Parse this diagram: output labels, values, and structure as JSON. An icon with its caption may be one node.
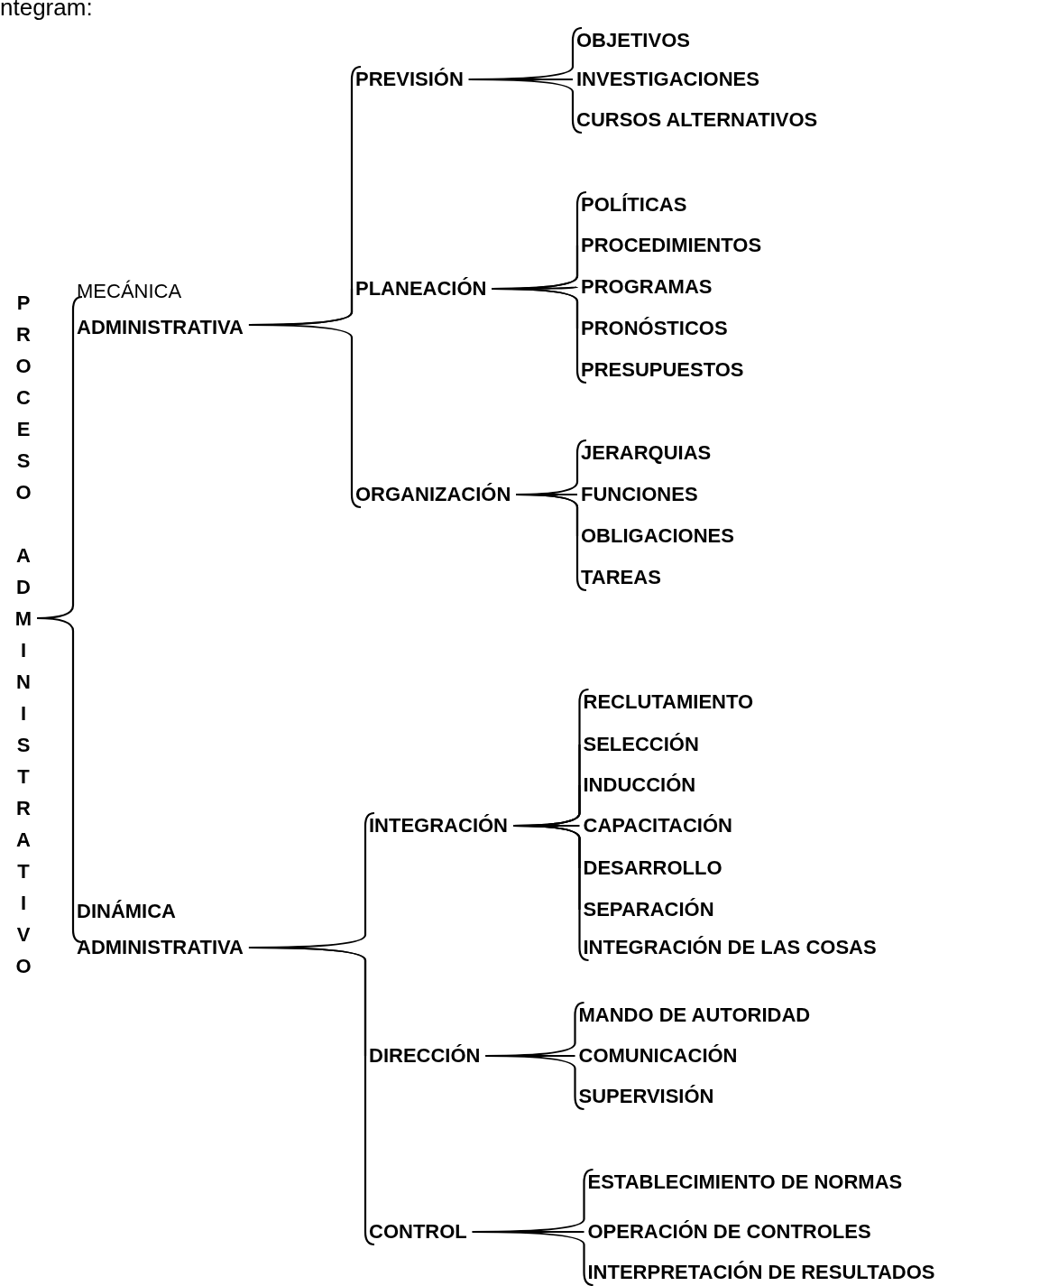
{
  "diagram": {
    "nodes": [
      {
        "text": [
          "PROCESO ADMINISTRATIVO"
        ]
      },
      {
        "text": [
          "MECÁNICA **ADMINISTRATIVA**"
        ]
      },
      {
        "text": [
          "DINÁMICA ADMINISTRATIVA"
        ]
      },
      {
        "text": [
          "PREVISIÓN"
        ]
      },
      {
        "text": [
          "OBJETIVOS"
        ]
      },
      {
        "text": [
          "INVESTIGACIONES"
        ]
      },
      {
        "text": [
          "CURSOS ALTERNATIVOS"
        ]
      },
      {
        "text": [
          "PLANEACIÓN"
        ]
      },
      {
        "text": [
          "POLÍTICAS"
        ]
      },
      {
        "text": [
          "PROCEDIMIENTOS"
        ]
      },
      {
        "text": [
          "PROGRAMAS"
        ]
      },
      {
        "text": [
          "PRONÓSTICOS"
        ]
      },
      {
        "text": [
          "PRESUPUESTOS"
        ]
      },
      {
        "text": [
          "ORGANIZACIÓN"
        ]
      },
      {
        "text": [
          "JERARQUIAS"
        ]
      },
      {
        "text": [
          "FUNCIONES"
        ]
      },
      {
        "text": [
          "OBLIGACIONES"
        ]
      },
      {
        "text": [
          "TAREAS"
        ]
      },
      {
        "text": [
          "INTEGRACIÓN"
        ]
      },
      {
        "text": [
          "RECLUTAMIENTO"
        ]
      },
      {
        "text": [
          "SELECCIÓN"
        ]
      },
      {
        "text": [
          "INDUCCIÓN"
        ]
      },
      {
        "text": [
          "CAPACITACIÓN"
        ]
      },
      {
        "text": [
          "DESARROLLO"
        ]
      },
      {
        "text": [
          "SEPARACIÓN"
        ]
      },
      {
        "text": [
          "INTEGRACIÓN DE LAS COSAS"
        ]
      },
      {
        "text": [
          "DIRECCIÓN"
        ]
      },
      {
        "text": [
          "MANDO DE AUTORIDAD"
        ]
      },
      {
        "text": [
          "COMUNICACIÓN"
        ]
      },
      {
        "text": [
          "SUPERVISIÓN"
        ]
      },
      {
        "text": [
          "CONTROL"
        ]
      },
      {
        "text": [
          "ESTABLECIMIENTO DE NORMAS"
        ]
      },
      {
        "text": [
          "OPERACIÓN DE CONTROLES"
        ]
      },
      {
        "text": [
          "INTERPRETACIÓN DE RESULTADOS"
        ]
      }
    ],
    "edges": [
      {
        "from": 0,
        "to": 1,
        "arrow": "none"
      },
      {
        "from": 0,
        "to": 2,
        "arrow": "none"
      },
      {
        "from": 1,
        "to": 3,
        "arrow": "none"
      },
      {
        "from": 1,
        "to": 7,
        "arrow": "none"
      },
      {
        "from": 1,
        "to": 13,
        "arrow": "none"
      },
      {
        "from": 2,
        "to": 18,
        "arrow": "none"
      },
      {
        "from": 2,
        "to": 26,
        "arrow": "none"
      },
      {
        "from": 2,
        "to": 30,
        "arrow": "none"
      },
      {
        "from": 3,
        "to": 4,
        "arrow": "none"
      },
      {
        "from": 3,
        "to": 5,
        "arrow": "none"
      },
      {
        "from": 3,
        "to": 6,
        "arrow": "none"
      },
      {
        "from": 7,
        "to": 8,
        "arrow": "none"
      },
      {
        "from": 7,
        "to": 9,
        "arrow": "none"
      },
      {
        "from": 7,
        "to": 10,
        "arrow": "none"
      },
      {
        "from": 7,
        "to": 11,
        "arrow": "none"
      },
      {
        "from": 7,
        "to": 12,
        "arrow": "none"
      },
      {
        "from": 13,
        "to": 14,
        "arrow": "none"
      },
      {
        "from": 13,
        "to": 15,
        "arrow": "none"
      },
      {
        "from": 13,
        "to": 16,
        "arrow": "none"
      },
      {
        "from": 13,
        "to": 17,
        "arrow": "none"
      },
      {
        "from": 18,
        "to": 19,
        "arrow": "none"
      },
      {
        "from": 18,
        "to": 20,
        "arrow": "none"
      },
      {
        "from": 18,
        "to": 21,
        "arrow": "none"
      },
      {
        "from": 18,
        "to": 22,
        "arrow": "none"
      },
      {
        "from": 18,
        "to": 23,
        "arrow": "none"
      },
      {
        "from": 18,
        "to": 24,
        "arrow": "none"
      },
      {
        "from": 18,
        "to": 25,
        "arrow": "none"
      },
      {
        "from": 26,
        "to": 27,
        "arrow": "none"
      },
      {
        "from": 26,
        "to": 28,
        "arrow": "none"
      },
      {
        "from": 26,
        "to": 29,
        "arrow": "none"
      },
      {
        "from": 30,
        "to": 31,
        "arrow": "none"
      },
      {
        "from": 30,
        "to": 32,
        "arrow": "none"
      },
      {
        "from": 30,
        "to": 33,
        "arrow": "none"
      }
    ],
    "labels": [
      "ntegram:"
    ]
  }
}
